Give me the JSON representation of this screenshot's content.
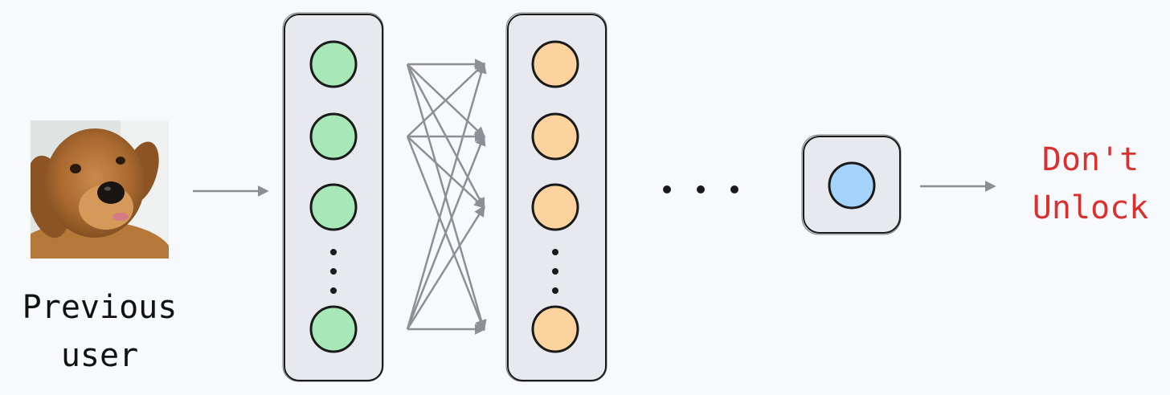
{
  "input": {
    "image_subject": "golden retriever dog face photo",
    "caption_line1": "Previous",
    "caption_line2": "user"
  },
  "network": {
    "hidden_layers": [
      {
        "name": "hidden-layer-1",
        "visible_nodes": 4,
        "ellipsis": true,
        "node_color": "#a8e8b8"
      },
      {
        "name": "hidden-layer-2",
        "visible_nodes": 4,
        "ellipsis": true,
        "node_color": "#fcd39e"
      }
    ],
    "between_layers_ellipsis": true,
    "output_node_color": "#a4d4fc"
  },
  "output": {
    "label_line1": "Don't",
    "label_line2": "Unlock",
    "label_color": "#d93030"
  },
  "colors": {
    "background": "#f8f9fd",
    "layer_box_fill": "#e8e9ee",
    "stroke": "#1a1a1a",
    "arrow": "#8a9096"
  }
}
